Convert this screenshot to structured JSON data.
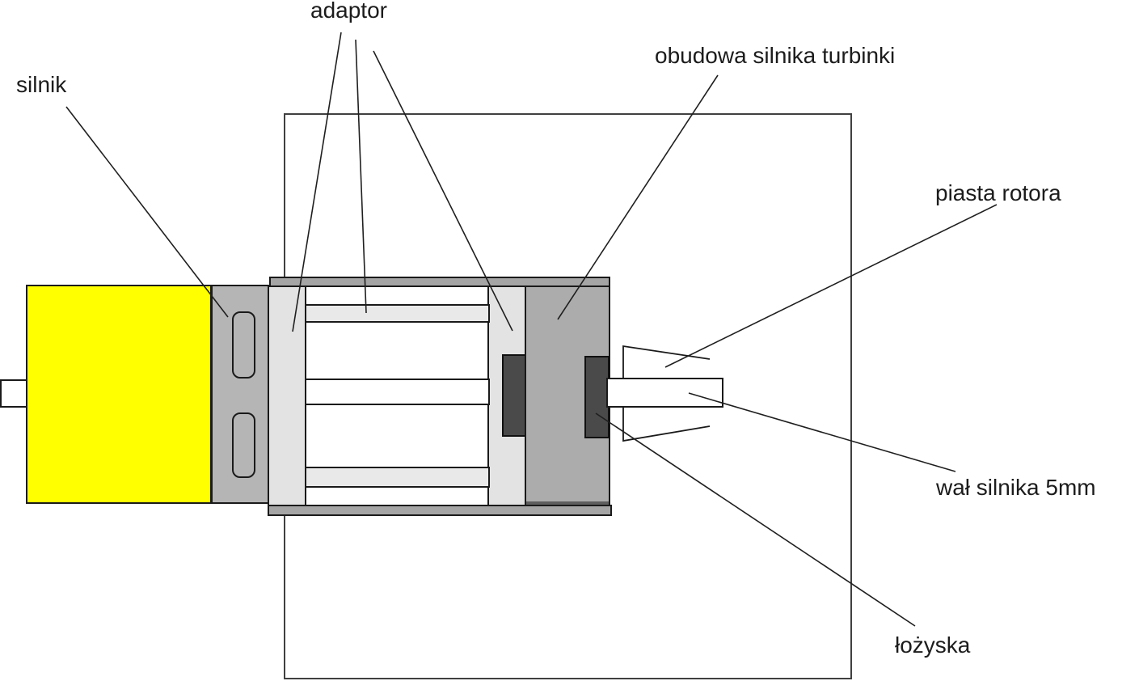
{
  "labels": {
    "silnik": "silnik",
    "adaptor": "adaptor",
    "obudowa_silnika_turbinki": "obudowa silnika turbinki",
    "piasta_rotora": "piasta rotora",
    "wal_silnika_5mm": "wał silnika 5mm",
    "lozyska": "łożyska"
  },
  "colors": {
    "motor_body": "#ffff00",
    "adapter_plate": "#b5b5b5",
    "turbine_housing": "#acacac",
    "housing_dark_strip": "#5e5e5e",
    "frame_bars": "#a5a5a5",
    "end_plates": "#e3e3e3",
    "spacer_bars": "#e9e9e9",
    "bearings": "#4a4a4a",
    "shaft": "#ffffff",
    "outline": "#1a1a1a",
    "frame_outline": "#404040",
    "leader_line": "#1f1f1f",
    "background": "#ffffff"
  }
}
